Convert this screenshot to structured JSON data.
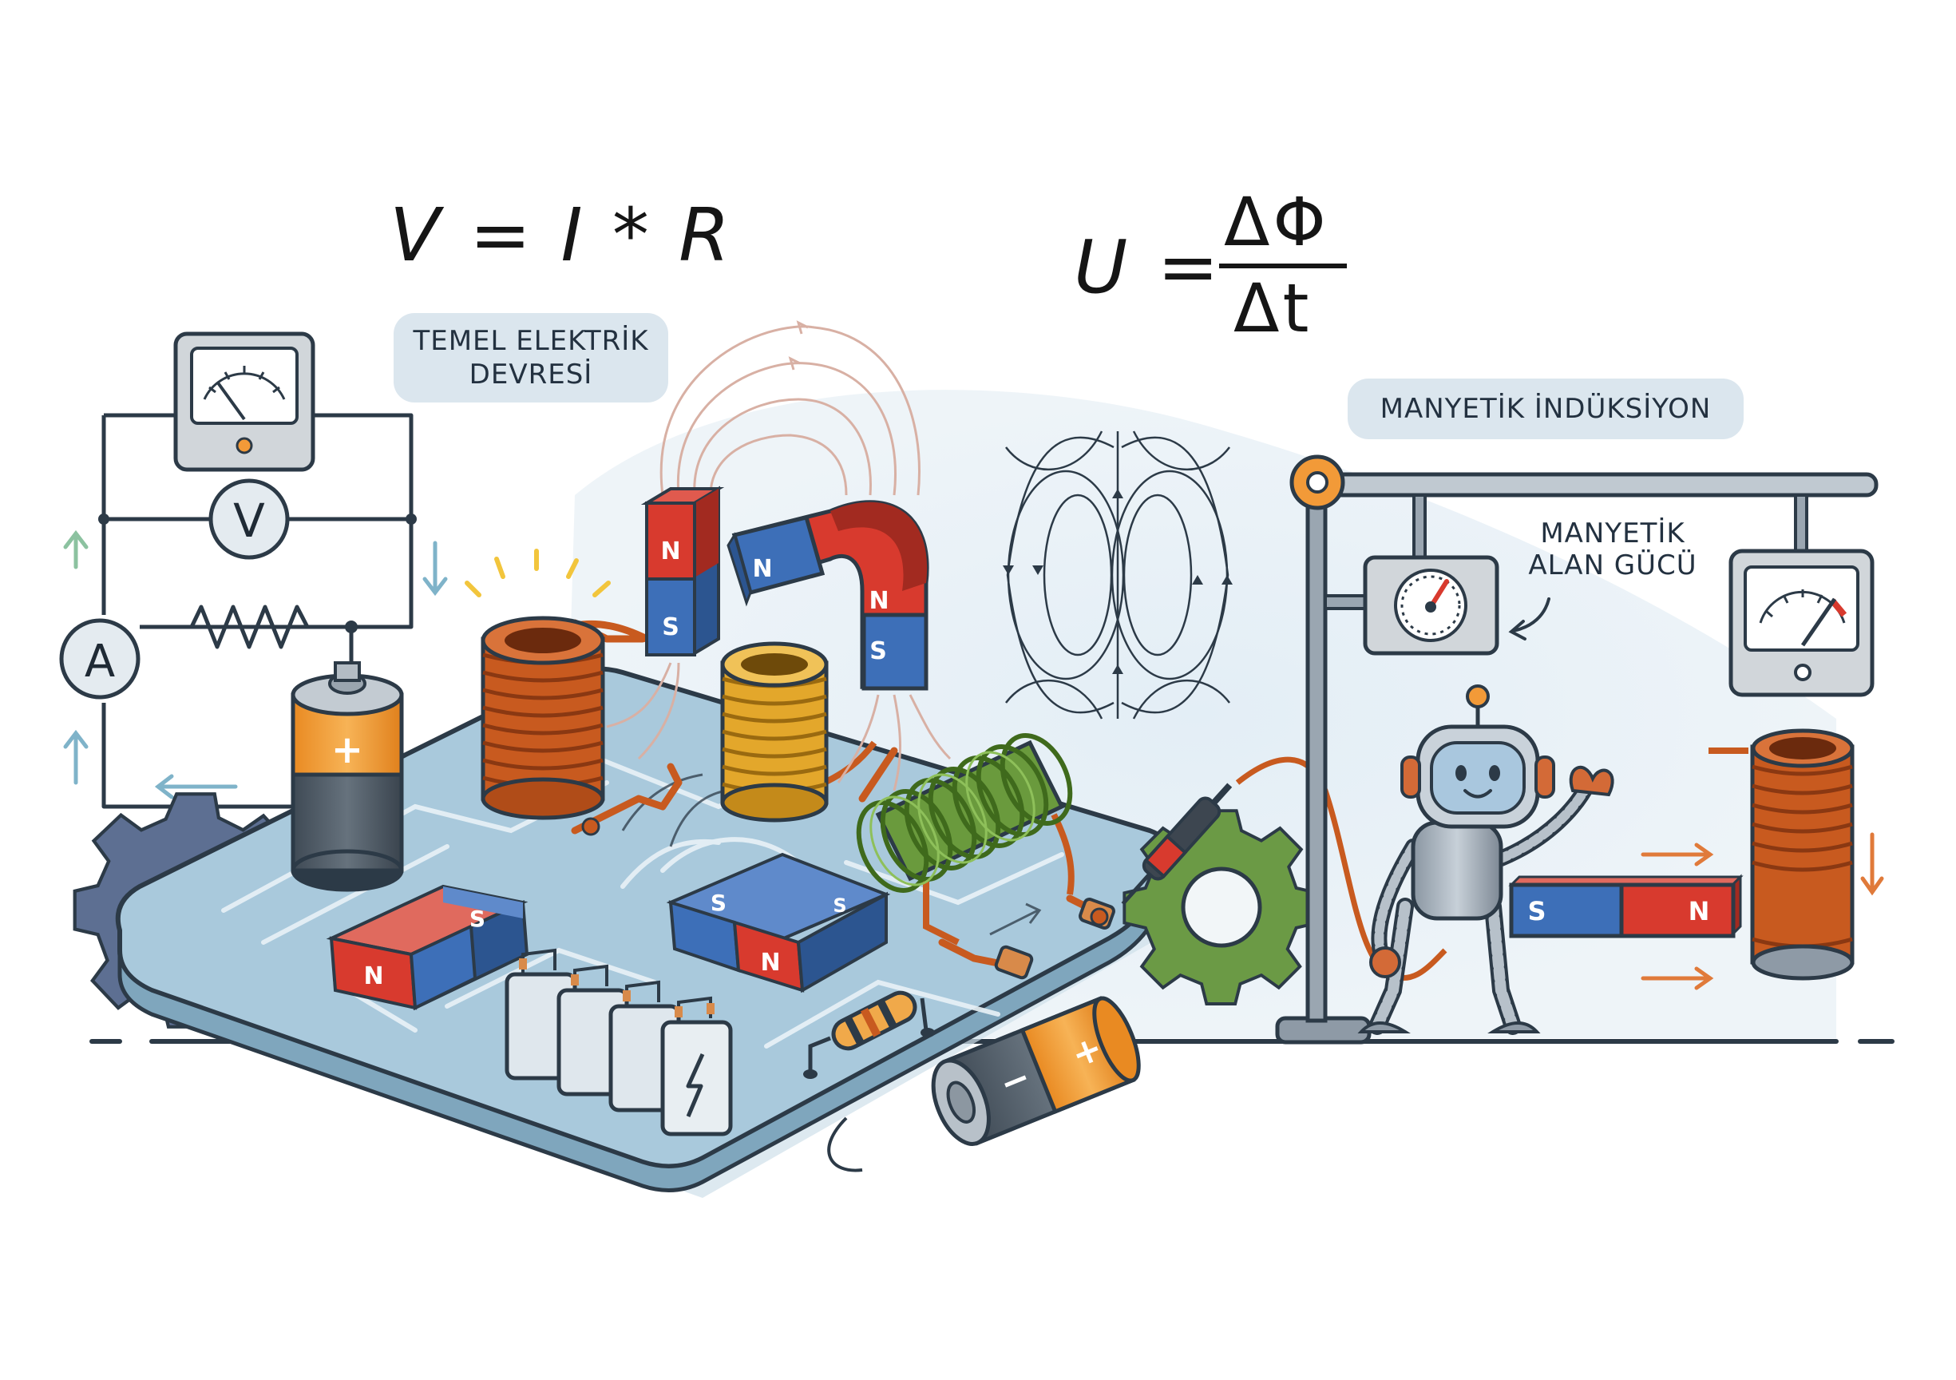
{
  "equations": {
    "ohm": "V = I * R",
    "induction_lhs": "U =",
    "induction_numerator": "ΔΦ",
    "induction_denominator": "Δt"
  },
  "labels": {
    "basic_circuit_line1": "TEMEL ELEKTRİK",
    "basic_circuit_line2": "DEVRESİ",
    "magnetic_induction": "MANYETİK İNDÜKSİYON",
    "field_strength_line1": "MANYETİK",
    "field_strength_line2": "ALAN GÜCÜ"
  },
  "circuit_symbols": {
    "voltmeter": "V",
    "ammeter": "A",
    "battery_plus": "+",
    "battery_minus": "−"
  },
  "magnet_poles": {
    "north": "N",
    "south": "S"
  },
  "colors": {
    "copper": "#c85a1f",
    "gold": "#e3a72b",
    "green_coil": "#6a9a3d",
    "magnet_red": "#d83a2e",
    "magnet_blue": "#3d6fb8",
    "board": "#a9c9dc",
    "outline": "#2c3a47",
    "battery_orange": "#f29a38",
    "gear_blue": "#5d6f92",
    "gear_green": "#6b9a45"
  }
}
